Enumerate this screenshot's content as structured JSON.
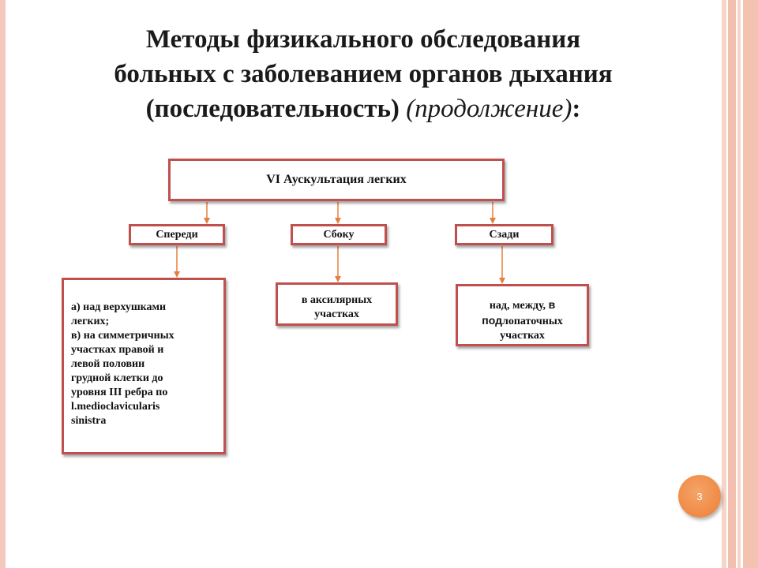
{
  "title": {
    "line1": "Методы физикального обследования",
    "line2": "больных с заболеванием органов дыхания",
    "line3_main": "(последовательность)",
    "line3_italic": "(продолжение)",
    "line3_end": ":"
  },
  "diagram": {
    "root": "VI  Аускультация легких",
    "branches": [
      {
        "label": "Спереди",
        "detail_lines": [
          "а) над верхушками",
          "легких;",
          "в) на симметричных",
          "участках правой и",
          "левой половин",
          "грудной клетки до",
          "уровня III  ребра по",
          "l.medioclavicularis",
          "sinistra"
        ]
      },
      {
        "label": "Сбоку",
        "detail_lines": [
          "в аксилярных",
          "участках"
        ]
      },
      {
        "label": "Сзади",
        "detail_parts": [
          "над, между, ",
          "в",
          "под",
          "лопаточных"
        ],
        "detail_line2": "участках"
      }
    ]
  },
  "page_number": "3",
  "colors": {
    "box_border": "#c0504d",
    "arrow": "#e87e3c",
    "badge": "#ef8a44"
  }
}
